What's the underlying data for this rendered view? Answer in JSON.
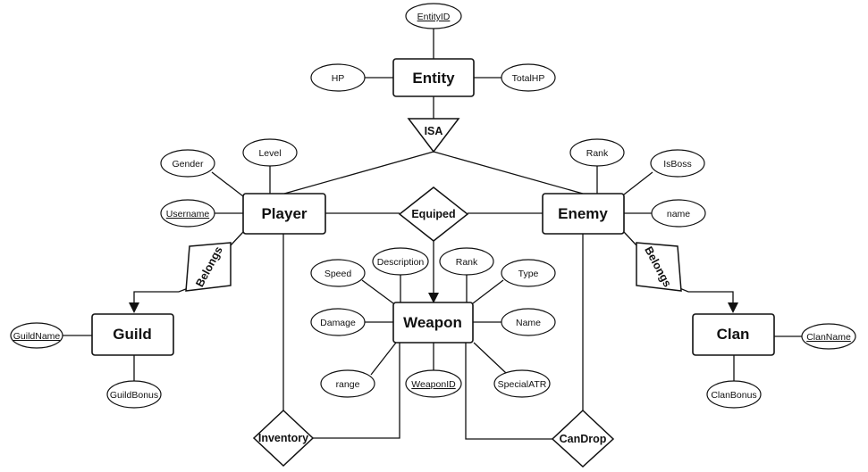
{
  "diagram": {
    "entities": {
      "entity": "Entity",
      "player": "Player",
      "enemy": "Enemy",
      "weapon": "Weapon",
      "guild": "Guild",
      "clan": "Clan"
    },
    "relationships": {
      "isa": "ISA",
      "equiped": "Equiped",
      "belongs_player": "Belongs",
      "belongs_enemy": "Belongs",
      "inventory": "Inventory",
      "candrop": "CanDrop"
    },
    "attributes": {
      "entity_id": "EntityID",
      "hp": "HP",
      "total_hp": "TotalHP",
      "player_gender": "Gender",
      "player_level": "Level",
      "player_username": "Username",
      "enemy_rank": "Rank",
      "enemy_isboss": "IsBoss",
      "enemy_name": "name",
      "weapon_speed": "Speed",
      "weapon_description": "Description",
      "weapon_rank": "Rank",
      "weapon_type": "Type",
      "weapon_damage": "Damage",
      "weapon_name": "Name",
      "weapon_range": "range",
      "weapon_id": "WeaponID",
      "weapon_special": "SpecialATR",
      "guild_name": "GuildName",
      "guild_bonus": "GuildBonus",
      "clan_name": "ClanName",
      "clan_bonus": "ClanBonus"
    }
  }
}
